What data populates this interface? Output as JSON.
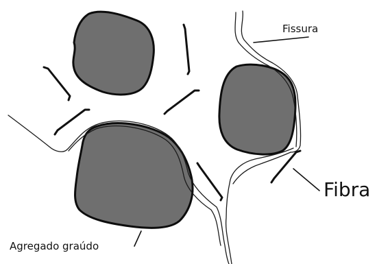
{
  "labels": {
    "crack": "Fissura",
    "fiber": "Fibra",
    "aggregate": "Agregado graúdo"
  },
  "colors": {
    "aggregate_fill": "#6f6f6f",
    "outline": "#0d0d0d",
    "background": "#ffffff"
  }
}
